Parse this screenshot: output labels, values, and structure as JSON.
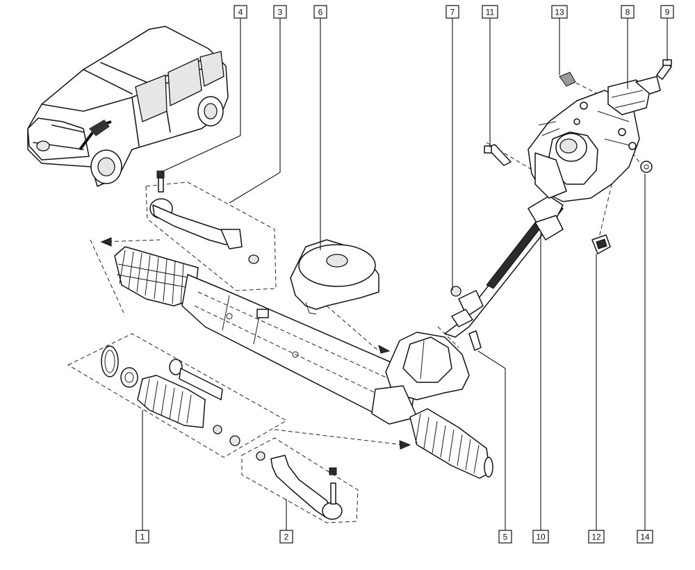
{
  "colors": {
    "ink": "#111111",
    "paper": "#ffffff",
    "shade": "#e6e6e6"
  },
  "callouts": [
    {
      "id": "c1",
      "label": "1"
    },
    {
      "id": "c2",
      "label": "2"
    },
    {
      "id": "c3",
      "label": "3"
    },
    {
      "id": "c4",
      "label": "4"
    },
    {
      "id": "c5",
      "label": "5"
    },
    {
      "id": "c6",
      "label": "6"
    },
    {
      "id": "c7",
      "label": "7"
    },
    {
      "id": "c8",
      "label": "8"
    },
    {
      "id": "c9",
      "label": "9"
    },
    {
      "id": "c10",
      "label": "10"
    },
    {
      "id": "c11",
      "label": "11"
    },
    {
      "id": "c12",
      "label": "12"
    },
    {
      "id": "c13",
      "label": "13"
    },
    {
      "id": "c14",
      "label": "14"
    }
  ]
}
